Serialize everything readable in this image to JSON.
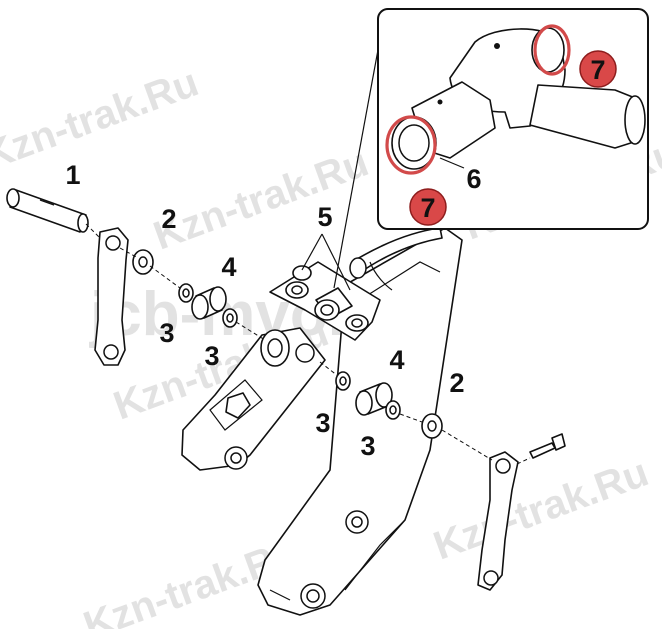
{
  "watermarks": {
    "main": "Kzn-trak.Ru",
    "site": "jcb-mvo.ru"
  },
  "labels": {
    "part_1": "1",
    "part_2_left": "2",
    "part_2_right": "2",
    "part_3_a": "3",
    "part_3_b": "3",
    "part_3_c": "3",
    "part_3_d": "3",
    "part_4_left": "4",
    "part_4_right": "4",
    "part_5": "5",
    "part_6": "6"
  },
  "badges": {
    "top": "7",
    "bottom": "7"
  },
  "colors": {
    "badge_fill": "#d94848",
    "seal_ring": "#d24a4a",
    "line": "#111111",
    "watermark": "#e2e2e2"
  }
}
